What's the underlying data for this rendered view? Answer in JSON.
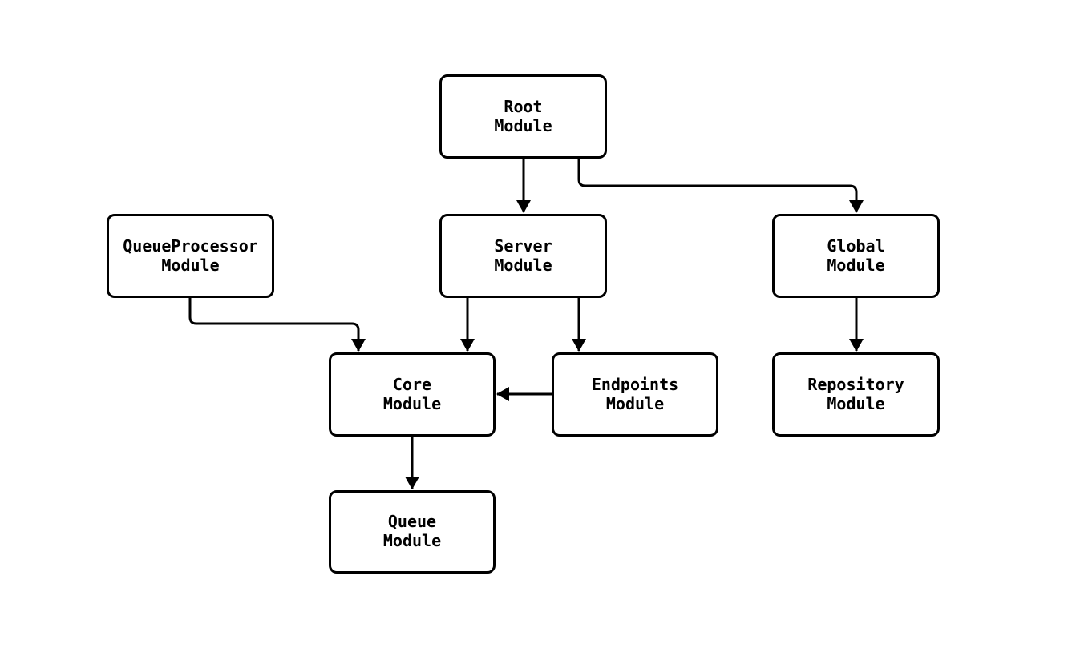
{
  "diagram": {
    "type": "module-dependency-flowchart",
    "background_color": "#ffffff",
    "node_fill_color": "#ffffff",
    "node_border_color": "#000000",
    "line_color": "#000000",
    "nodes": {
      "root": {
        "label": "Root\nModule"
      },
      "queue_processor": {
        "label": "QueueProcessor\nModule"
      },
      "server": {
        "label": "Server\nModule"
      },
      "global": {
        "label": "Global\nModule"
      },
      "core": {
        "label": "Core\nModule"
      },
      "endpoints": {
        "label": "Endpoints\nModule"
      },
      "repository": {
        "label": "Repository\nModule"
      },
      "queue": {
        "label": "Queue\nModule"
      }
    },
    "edges": [
      {
        "from": "Root Module",
        "to": "Server Module"
      },
      {
        "from": "Root Module",
        "to": "Global Module"
      },
      {
        "from": "QueueProcessor Module",
        "to": "Core Module"
      },
      {
        "from": "Server Module",
        "to": "Core Module"
      },
      {
        "from": "Server Module",
        "to": "Endpoints Module"
      },
      {
        "from": "Endpoints Module",
        "to": "Core Module"
      },
      {
        "from": "Global Module",
        "to": "Repository Module"
      },
      {
        "from": "Core Module",
        "to": "Queue Module"
      }
    ]
  }
}
